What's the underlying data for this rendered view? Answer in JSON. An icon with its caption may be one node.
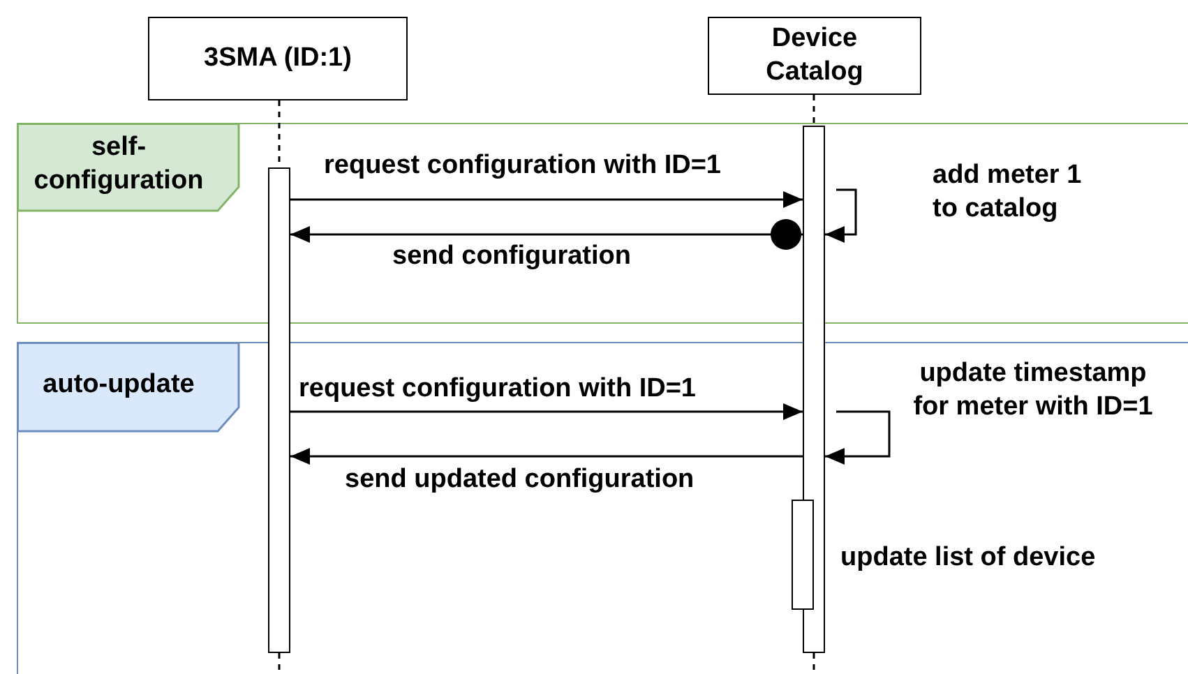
{
  "diagram": {
    "nodes": [
      {
        "text": [
          "3SMA (ID:1)"
        ]
      },
      {
        "text": [
          "Device Catalog"
        ]
      },
      {
        "text": [
          "self-configuration"
        ]
      },
      {
        "text": [
          "auto-update"
        ]
      },
      {
        "text": [],
        "shape": "bar"
      },
      {
        "text": [],
        "shape": "bar"
      },
      {
        "text": [],
        "shape": "bar",
        "beside": [
          "update list of device"
        ]
      }
    ],
    "edges": [
      {
        "from": 0,
        "to": 4,
        "arrow": "none",
        "style": "dashed"
      },
      {
        "from": 1,
        "to": 5,
        "arrow": "none",
        "style": "dashed"
      },
      {
        "from": 4,
        "to": 5,
        "arrow": "to",
        "label": "request configuration with ID=1"
      },
      {
        "from": 5,
        "to": 5,
        "arrow": "to",
        "label": "add meter 1 to catalog"
      },
      {
        "from": 5,
        "to": 4,
        "arrow": "to",
        "label": "send configuration"
      },
      {
        "from": 4,
        "to": 5,
        "arrow": "to",
        "label": "request configuration with ID=1"
      },
      {
        "from": 5,
        "to": 5,
        "arrow": "to",
        "label": "update timestamp for meter with ID=1"
      },
      {
        "from": 5,
        "to": 4,
        "arrow": "to",
        "label": "send updated configuration"
      },
      {
        "from": 4,
        "to": null,
        "arrow": "none",
        "style": "dashed"
      },
      {
        "from": 5,
        "to": null,
        "arrow": "none",
        "style": "dashed"
      }
    ]
  }
}
